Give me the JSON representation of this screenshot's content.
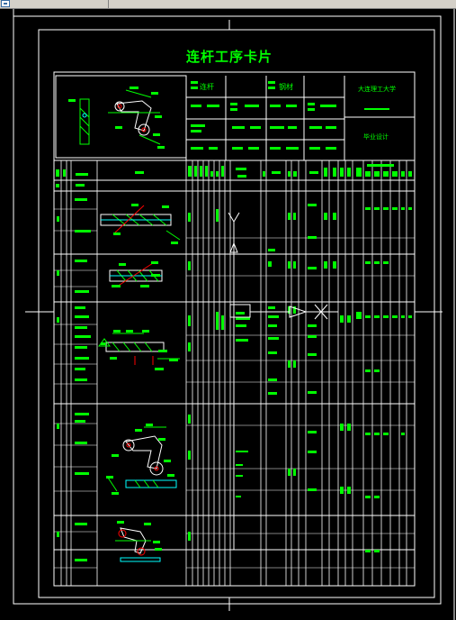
{
  "window": {
    "bg_color": "#000000",
    "border_color": "#ffffff",
    "accent_color": "#00ff00",
    "dim_color": "#ff0000",
    "marker_color": "#00ffff",
    "icon": "document-icon"
  },
  "card": {
    "title": "连杆工序卡片",
    "part_name": "连杆",
    "material": "钢材",
    "school": "大连理工大学",
    "design_label": "毕业设计"
  }
}
